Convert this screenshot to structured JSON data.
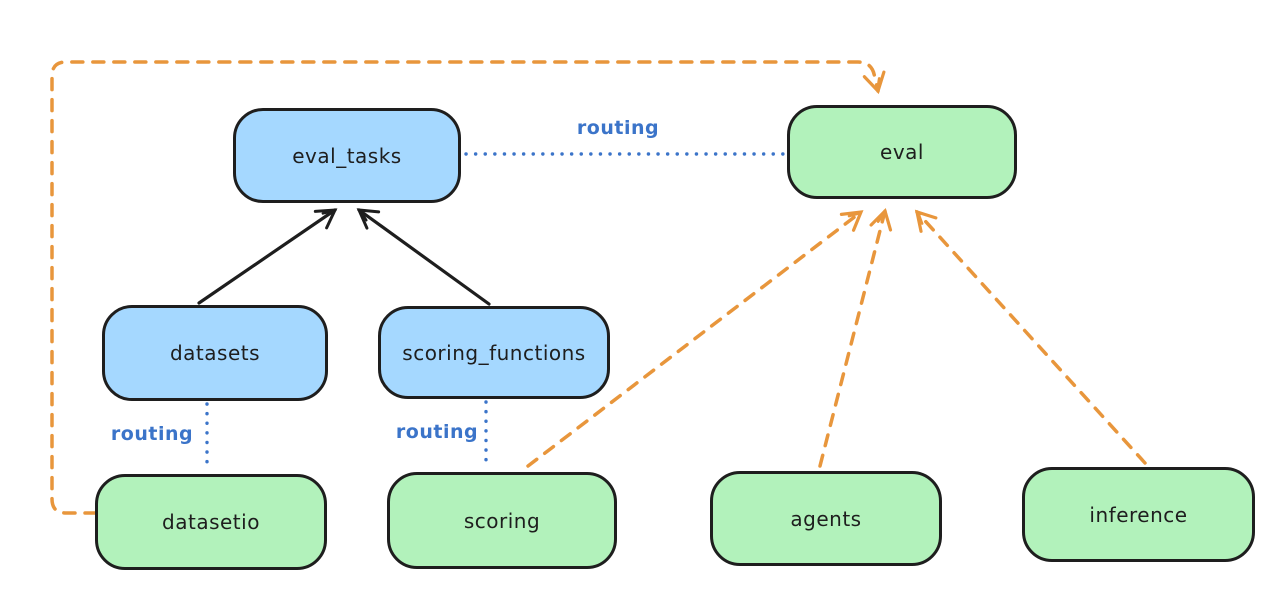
{
  "diagram": {
    "type": "architecture-routing-diagram",
    "background": "#ffffff",
    "colors": {
      "node_stroke": "#1e1e1e",
      "api_fill_blue": "#a5d8ff",
      "provider_fill_green": "#b2f2bb",
      "solid_arrow_black": "#1e1e1e",
      "routing_dotted_blue": "#3b74c9",
      "dashed_arrow_orange": "#e8963c"
    },
    "nodes": [
      {
        "id": "eval_tasks",
        "label": "eval_tasks",
        "fill": "blue"
      },
      {
        "id": "eval",
        "label": "eval",
        "fill": "green"
      },
      {
        "id": "datasets",
        "label": "datasets",
        "fill": "blue"
      },
      {
        "id": "scoring_functions",
        "label": "scoring_functions",
        "fill": "blue"
      },
      {
        "id": "datasetio",
        "label": "datasetio",
        "fill": "green"
      },
      {
        "id": "scoring",
        "label": "scoring",
        "fill": "green"
      },
      {
        "id": "agents",
        "label": "agents",
        "fill": "green"
      },
      {
        "id": "inference",
        "label": "inference",
        "fill": "green"
      }
    ],
    "edge_labels": [
      {
        "id": "routing-eval-tasks-eval",
        "text": "routing"
      },
      {
        "id": "routing-datasets-datasetio",
        "text": "routing"
      },
      {
        "id": "routing-scoring-fns-scoring",
        "text": "routing"
      }
    ],
    "edges": [
      {
        "from": "datasets",
        "to": "eval_tasks",
        "style": "solid-arrow",
        "color": "black"
      },
      {
        "from": "scoring_functions",
        "to": "eval_tasks",
        "style": "solid-arrow",
        "color": "black"
      },
      {
        "from": "eval_tasks",
        "to": "eval",
        "style": "dotted-line",
        "color": "blue",
        "label": "routing"
      },
      {
        "from": "datasets",
        "to": "datasetio",
        "style": "dotted-line",
        "color": "blue",
        "label": "routing"
      },
      {
        "from": "scoring_functions",
        "to": "scoring",
        "style": "dotted-line",
        "color": "blue",
        "label": "routing"
      },
      {
        "from": "datasetio",
        "to": "eval",
        "style": "dashed-arrow",
        "color": "orange",
        "route": "around-left-and-top"
      },
      {
        "from": "scoring",
        "to": "eval",
        "style": "dashed-arrow",
        "color": "orange"
      },
      {
        "from": "agents",
        "to": "eval",
        "style": "dashed-arrow",
        "color": "orange"
      },
      {
        "from": "inference",
        "to": "eval",
        "style": "dashed-arrow",
        "color": "orange"
      }
    ]
  }
}
